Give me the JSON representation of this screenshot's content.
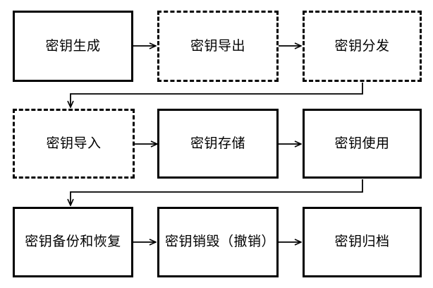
{
  "diagram": {
    "type": "flowchart",
    "orientation": "left-to-right, serpentine wrap",
    "background_color": "#ffffff",
    "line_color": "#000000",
    "text_color": "#000000",
    "nodes": [
      {
        "id": "n1",
        "label": "密钥生成",
        "border": "solid",
        "row": 1,
        "col": 1
      },
      {
        "id": "n2",
        "label": "密钥导出",
        "border": "dashed",
        "row": 1,
        "col": 2
      },
      {
        "id": "n3",
        "label": "密钥分发",
        "border": "dashed",
        "row": 1,
        "col": 3
      },
      {
        "id": "n4",
        "label": "密钥导入",
        "border": "dashed",
        "row": 2,
        "col": 1
      },
      {
        "id": "n5",
        "label": "密钥存储",
        "border": "solid",
        "row": 2,
        "col": 2
      },
      {
        "id": "n6",
        "label": "密钥使用",
        "border": "solid",
        "row": 2,
        "col": 3
      },
      {
        "id": "n7",
        "label": "密钥备份和恢复",
        "border": "solid",
        "row": 3,
        "col": 1
      },
      {
        "id": "n8",
        "label": "密钥销毁（撤销）",
        "border": "solid",
        "row": 3,
        "col": 2
      },
      {
        "id": "n9",
        "label": "密钥归档",
        "border": "solid",
        "row": 3,
        "col": 3
      }
    ],
    "edges": [
      {
        "from": "n1",
        "to": "n2",
        "style": "straight-arrow"
      },
      {
        "from": "n2",
        "to": "n3",
        "style": "straight-arrow"
      },
      {
        "from": "n3",
        "to": "n4",
        "style": "wrap-arrow"
      },
      {
        "from": "n4",
        "to": "n5",
        "style": "straight-arrow"
      },
      {
        "from": "n5",
        "to": "n6",
        "style": "straight-arrow"
      },
      {
        "from": "n6",
        "to": "n7",
        "style": "wrap-arrow"
      },
      {
        "from": "n7",
        "to": "n8",
        "style": "straight-arrow"
      },
      {
        "from": "n8",
        "to": "n9",
        "style": "straight-arrow"
      }
    ]
  }
}
